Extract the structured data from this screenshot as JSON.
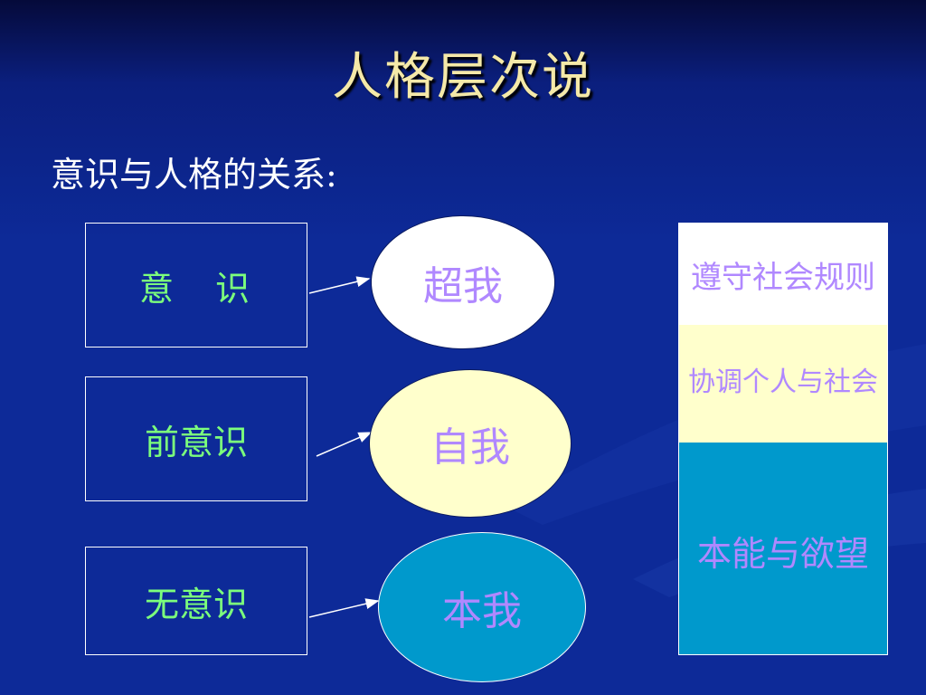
{
  "title": "人格层次说",
  "subtitle": "意识与人格的关系:",
  "levels": [
    {
      "label": "意　识"
    },
    {
      "label": "前意识"
    },
    {
      "label": "无意识"
    }
  ],
  "structures": [
    {
      "label": "超我",
      "fill": "#ffffff"
    },
    {
      "label": "自我",
      "fill": "#ffffcc"
    },
    {
      "label": "本我",
      "fill": "#0099cc"
    }
  ],
  "principles": [
    {
      "label": "遵守社会规则",
      "fill": "#ffffff"
    },
    {
      "label": "协调个人与社会",
      "fill": "#ffffcc"
    },
    {
      "label": "本能与欲望",
      "fill": "#0099cc"
    }
  ]
}
